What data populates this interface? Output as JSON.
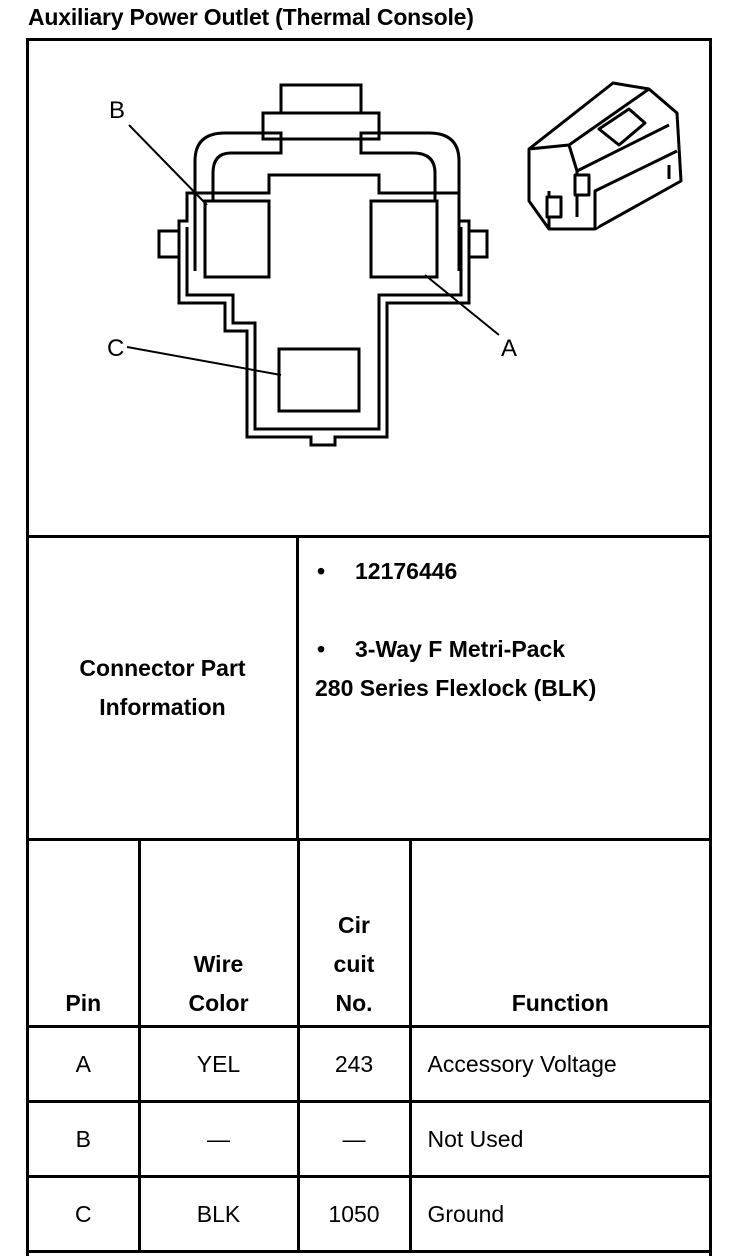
{
  "title": "Auxiliary Power Outlet (Thermal Console)",
  "diagram": {
    "callouts": {
      "a": "A",
      "b": "B",
      "c": "C"
    }
  },
  "connector_info": {
    "label_line1": "Connector Part",
    "label_line2": "Information",
    "bullet": "•",
    "part_number": "12176446",
    "description_line1": "3-Way F Metri-Pack",
    "description_line2": "280 Series Flexlock (BLK)"
  },
  "pin_table": {
    "headers": {
      "pin": "Pin",
      "wire_color_1": "Wire",
      "wire_color_2": "Color",
      "circuit_1": "Cir",
      "circuit_2": "cuit",
      "circuit_3": "No.",
      "function": "Function"
    },
    "rows": [
      {
        "pin": "A",
        "wire_color": "YEL",
        "circuit": "243",
        "function": "Accessory Voltage"
      },
      {
        "pin": "B",
        "wire_color": "—",
        "circuit": "—",
        "function": "Not Used"
      },
      {
        "pin": "C",
        "wire_color": "BLK",
        "circuit": "1050",
        "function": "Ground"
      }
    ]
  }
}
